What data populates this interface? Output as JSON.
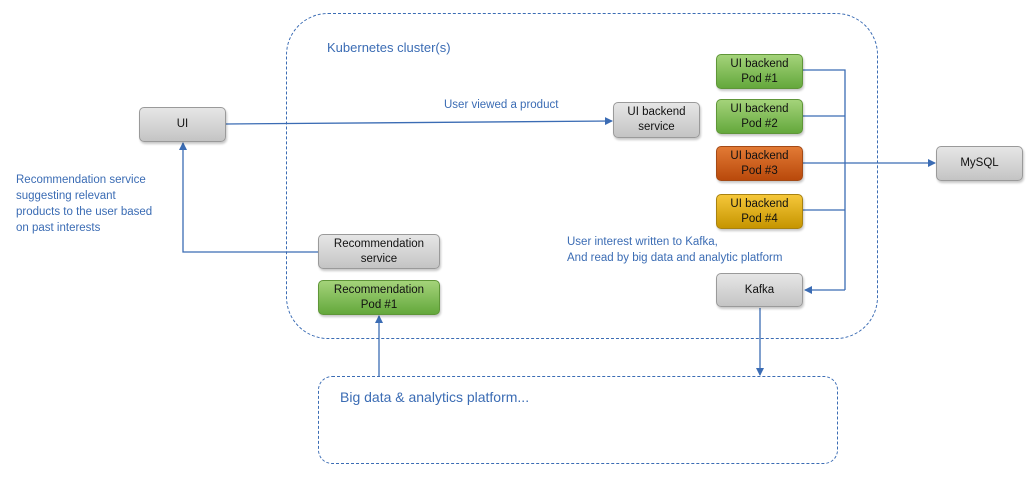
{
  "regions": {
    "cluster_title": "Kubernetes cluster(s)",
    "bigdata_title": "Big data & analytics platform..."
  },
  "nodes": {
    "ui": "UI",
    "ui_backend_service": "UI backend\nservice",
    "pod1": "UI backend\nPod #1",
    "pod2": "UI backend\nPod #2",
    "pod3": "UI backend\nPod #3",
    "pod4": "UI backend\nPod #4",
    "mysql": "MySQL",
    "kafka": "Kafka",
    "recommendation_service": "Recommendation\nservice",
    "recommendation_pod": "Recommendation\nPod #1"
  },
  "annotations": {
    "user_viewed": "User viewed a product",
    "kafka_note": "User interest written to Kafka,\nAnd read by big data and analytic platform",
    "recommendation_note": "Recommendation service\nsuggesting relevant\nproducts to the user based\non past interests"
  },
  "colors": {
    "accent": "#3b6cb4",
    "gray_node": "#d6d6d6",
    "green_pod": "#7fbf4f",
    "orange_pod": "#c9550f",
    "yellow_pod": "#e3ad0d"
  }
}
